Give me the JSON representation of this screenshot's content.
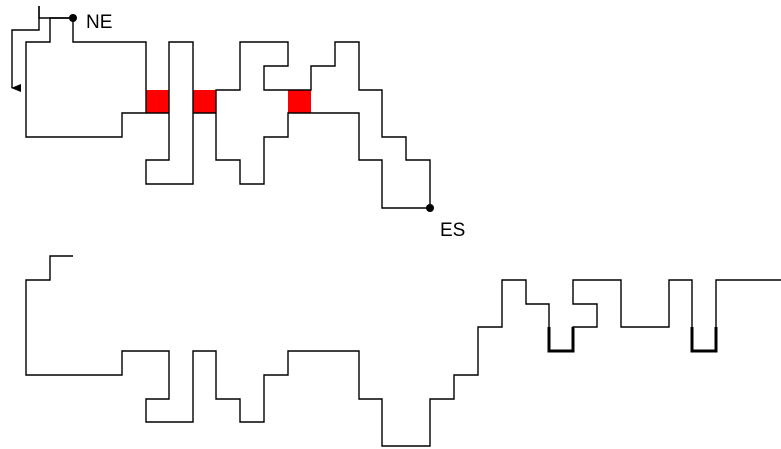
{
  "labels": {
    "start": "NE",
    "end": "ES"
  },
  "colors": {
    "line": "#000000",
    "highlight": "#ff0000",
    "background": "#ffffff"
  },
  "icons": {
    "start_marker": "filled-circle",
    "end_marker": "filled-circle",
    "arrow": "down-arrow"
  },
  "highlighted_cells": 3,
  "bracket_markers": 2
}
